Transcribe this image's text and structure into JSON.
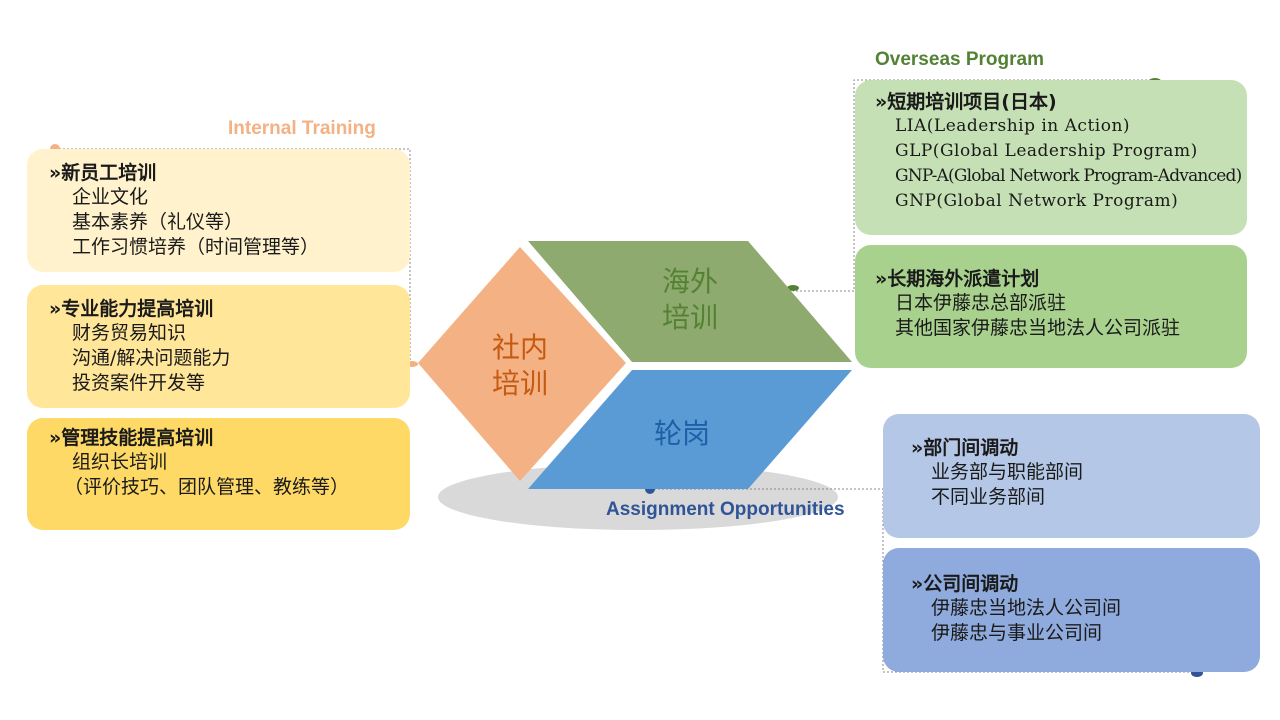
{
  "sections": {
    "internal": "Internal Training",
    "overseas": "Overseas Program",
    "assignment": "Assignment Opportunities"
  },
  "center": {
    "internal": [
      "社内",
      "培训"
    ],
    "overseas": [
      "海外",
      "培训"
    ],
    "rotation": "轮岗"
  },
  "internal_boxes": [
    {
      "title": "»新员工培训",
      "items": [
        "企业文化",
        "基本素养（礼仪等）",
        "工作习惯培养（时间管理等）"
      ]
    },
    {
      "title": "»专业能力提高培训",
      "items": [
        "财务贸易知识",
        "沟通/解决问题能力",
        "投资案件开发等"
      ]
    },
    {
      "title": "»管理技能提高培训",
      "items": [
        "组织长培训",
        "（评价技巧、团队管理、教练等）"
      ]
    }
  ],
  "overseas_boxes": [
    {
      "title": "»短期培训项目(日本)",
      "items": [
        "LIA(Leadership in Action)",
        "GLP(Global Leadership Program)",
        "GNP-A(Global Network Program-Advanced)",
        "GNP(Global Network Program)"
      ]
    },
    {
      "title": "»长期海外派遣计划",
      "items": [
        "日本伊藤忠总部派驻",
        "其他国家伊藤忠当地法人公司派驻"
      ]
    }
  ],
  "assignment_boxes": [
    {
      "title": "»部门间调动",
      "items": [
        "业务部与职能部间",
        "不同业务部间"
      ]
    },
    {
      "title": "»公司间调动",
      "items": [
        "伊藤忠当地法人公司间",
        "伊藤忠与事业公司间"
      ]
    }
  ],
  "colors": {
    "internal_title": "#f4b183",
    "overseas_title": "#548235",
    "assignment_title": "#2f5597",
    "diamond": "#f4b183",
    "overseas_shape": "#8faa6f",
    "rotation_shape": "#5b9bd5",
    "shadow": "#d9d9d9"
  }
}
